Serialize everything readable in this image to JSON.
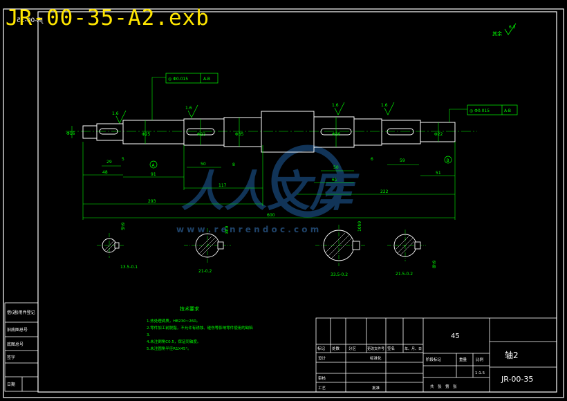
{
  "file_title": "JR-00-35-A2.exb",
  "mirrored_code": "JR-00-35",
  "roughness_note": "其余",
  "roughness_value": "6.3",
  "tol_left": "◎ Φ0.015",
  "tol_left_ref": "A-B",
  "tol_right": "◎ Φ0.015",
  "tol_right_ref": "A-B",
  "rough_labels": [
    "1.6",
    "1.6",
    "1.6",
    "1.6"
  ],
  "datum_a": "A",
  "datum_b": "B",
  "dims": {
    "d1": "Φ16",
    "d2": "Φ25",
    "d3": "Φ22",
    "d4": "Φ35",
    "d5": "Φ30",
    "k1": "29",
    "k2": "50",
    "k3": "50",
    "k4": "59",
    "l1": "48",
    "l2": "91",
    "l3": "117",
    "l4": "8",
    "l5": "61",
    "l6": "222",
    "l7": "293",
    "total": "600",
    "l8": "51",
    "l9": "6",
    "l10": "5"
  },
  "sections": [
    {
      "depth": "13.5-0.1",
      "width": "5h9"
    },
    {
      "depth": "21-0.2",
      "width": "8h9"
    },
    {
      "depth": "33.5-0.2",
      "width": "10h9"
    },
    {
      "depth": "21.5-0.2",
      "width": "8h9"
    }
  ],
  "tech_title": "技术要求",
  "tech_lines": [
    "1.热处理调质，HB230~260。",
    "2.零件加工前脱脂，不允许有锈蚀、碰伤等影响零件使用的缺陷",
    "3.",
    "4.未注倒角C0.5，保证同轴度。",
    "5.未注圆角半径R1X45°。"
  ],
  "title_block": {
    "material": "45",
    "part_name": "轴2",
    "drawing_no": "JR-00-35",
    "scale": "1:1.5",
    "row_labels": [
      "标记",
      "处数",
      "分区",
      "更改文件号",
      "签名",
      "年、月、日"
    ],
    "design": "设计",
    "standard": "标准化",
    "stage": "阶段标记",
    "weight": "重量",
    "ratio": "比例",
    "review": "审核",
    "process": "工艺",
    "approve": "批准",
    "sheets": "共　张　第　张"
  },
  "left_strip": [
    "借(通)用件登记",
    "旧底图总号",
    "底图总号",
    "签字",
    "日期"
  ],
  "watermark_url": "w w w . r e n r e n d o c . c o m",
  "watermark_cn": "人人文库",
  "colors": {
    "bg": "#000000",
    "frame": "#ffffff",
    "green": "#00ff00",
    "cyan": "#00ffff",
    "yellow": "#ffe600",
    "red": "#ff3030"
  }
}
